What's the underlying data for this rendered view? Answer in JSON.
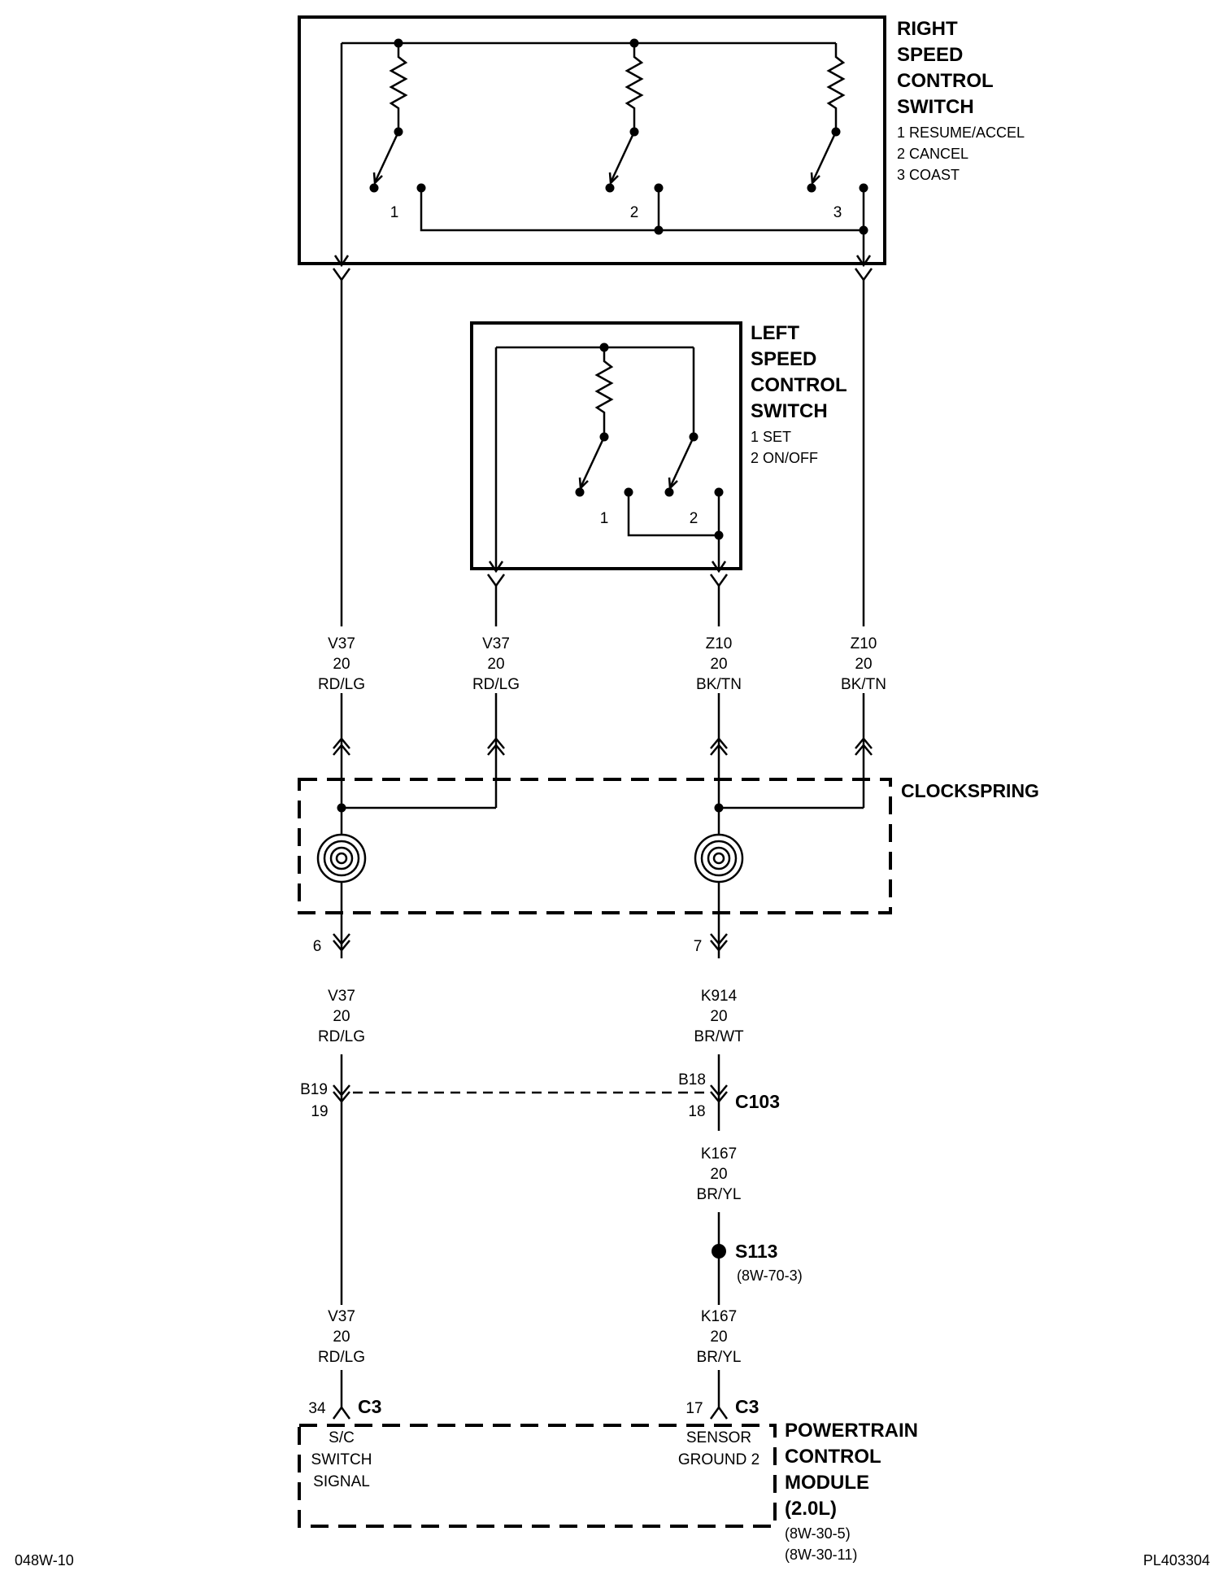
{
  "right_switch": {
    "title_lines": [
      "RIGHT",
      "SPEED",
      "CONTROL",
      "SWITCH"
    ],
    "positions": [
      "1 RESUME/ACCEL",
      "2 CANCEL",
      "3 COAST"
    ],
    "terminal_numbers": [
      "1",
      "2",
      "3"
    ]
  },
  "left_switch": {
    "title_lines": [
      "LEFT",
      "SPEED",
      "CONTROL",
      "SWITCH"
    ],
    "positions": [
      "1 SET",
      "2 ON/OFF"
    ],
    "terminal_numbers": [
      "1",
      "2"
    ]
  },
  "upper_wires": [
    {
      "circuit": "V37",
      "gauge": "20",
      "color": "RD/LG"
    },
    {
      "circuit": "V37",
      "gauge": "20",
      "color": "RD/LG"
    },
    {
      "circuit": "Z10",
      "gauge": "20",
      "color": "BK/TN"
    },
    {
      "circuit": "Z10",
      "gauge": "20",
      "color": "BK/TN"
    }
  ],
  "clockspring": {
    "label": "CLOCKSPRING",
    "pin_left": "6",
    "pin_right": "7"
  },
  "mid_wires": [
    {
      "circuit": "V37",
      "gauge": "20",
      "color": "RD/LG"
    },
    {
      "circuit": "K914",
      "gauge": "20",
      "color": "BR/WT"
    }
  ],
  "c103": {
    "label": "C103",
    "left_cavity_top": "B19",
    "left_cavity_bottom": "19",
    "right_cavity_top": "B18",
    "right_cavity_bottom": "18"
  },
  "k167_upper": {
    "circuit": "K167",
    "gauge": "20",
    "color": "BR/YL"
  },
  "splice": {
    "label": "S113",
    "ref": "(8W-70-3)"
  },
  "lower_wires": [
    {
      "circuit": "V37",
      "gauge": "20",
      "color": "RD/LG"
    },
    {
      "circuit": "K167",
      "gauge": "20",
      "color": "BR/YL"
    }
  ],
  "pcm": {
    "connector_left_pin": "34",
    "connector_right_pin": "17",
    "connector_label": "C3",
    "left_terminal_lines": [
      "S/C",
      "SWITCH",
      "SIGNAL"
    ],
    "right_terminal_lines": [
      "SENSOR",
      "GROUND 2"
    ],
    "title_lines": [
      "POWERTRAIN",
      "CONTROL",
      "MODULE",
      "(2.0L)"
    ],
    "refs": [
      "(8W-30-5)",
      "(8W-30-11)"
    ]
  },
  "footer": {
    "left": "048W-10",
    "right": "PL403304"
  }
}
